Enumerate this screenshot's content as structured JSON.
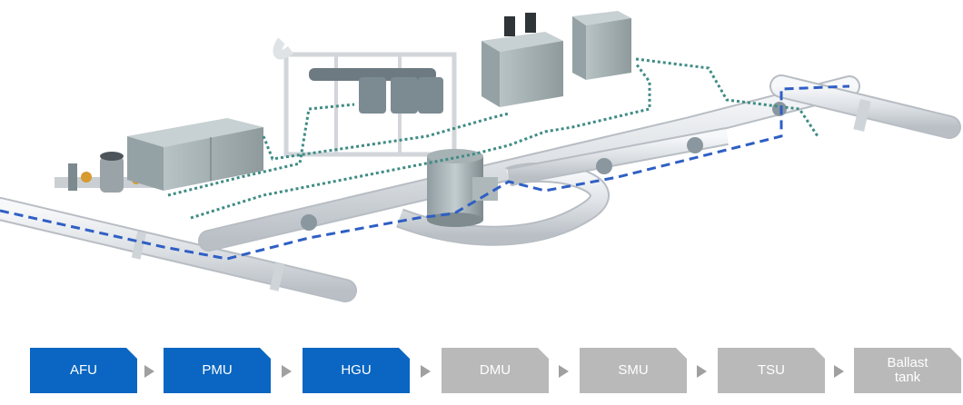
{
  "colors": {
    "active": "#0a66c2",
    "inactive": "#b9b9b9",
    "arrow": "#a0a0a0",
    "flow_line": "#2f5fc4",
    "control_line": "#3f8c84",
    "pipe": "#e3e6ea",
    "equipment": "#aab5b7"
  },
  "flow": {
    "steps": [
      {
        "label": "AFU",
        "state": "active"
      },
      {
        "label": "PMU",
        "state": "active"
      },
      {
        "label": "HGU",
        "state": "active"
      },
      {
        "label": "DMU",
        "state": "inactive"
      },
      {
        "label": "SMU",
        "state": "inactive"
      },
      {
        "label": "TSU",
        "state": "inactive"
      },
      {
        "label": "Ballast\ntank",
        "state": "inactive"
      }
    ]
  }
}
